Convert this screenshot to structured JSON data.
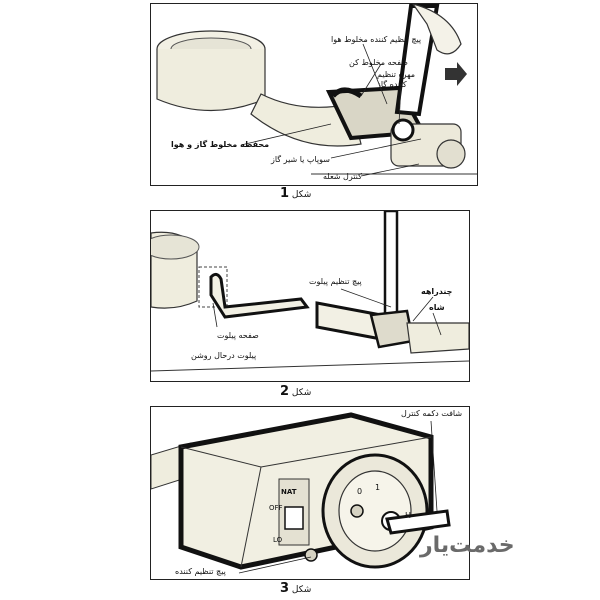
{
  "figure1": {
    "number": "1",
    "word": "شکل",
    "labels": {
      "air_mix_screw": "پیچ تنظیم کننده مخلوط هوا",
      "mixer_plate": "صفحه مخلوط کن",
      "gas_nut_line1": "مهره تنظیم",
      "gas_nut_line2": "کننده گاز",
      "mix_chamber": "محفظه مخلوط گاز و هوا",
      "valve": "سوپاپ یا شیر گاز",
      "flame_control": "کنترل شعله"
    }
  },
  "figure2": {
    "number": "2",
    "word": "شکل",
    "labels": {
      "pilot_screw": "پیچ تنظیم پیلوت",
      "hex_nut": "چندراهه",
      "main": "شاه",
      "pilot_plate": "صفحه پیلوت",
      "pilot_on": "پیلوت درحال روشن"
    }
  },
  "figure3": {
    "number": "3",
    "word": "شکل",
    "labels": {
      "control_shaft": "شافت دکمه کنترل",
      "adjust_screw": "پیچ تنظیم کننده"
    },
    "dial": {
      "nat": "NAT",
      "off": "OFF",
      "lo": "LO",
      "zero": "0",
      "one": "1",
      "h": "H"
    }
  },
  "watermark": "خدمت‌یار"
}
